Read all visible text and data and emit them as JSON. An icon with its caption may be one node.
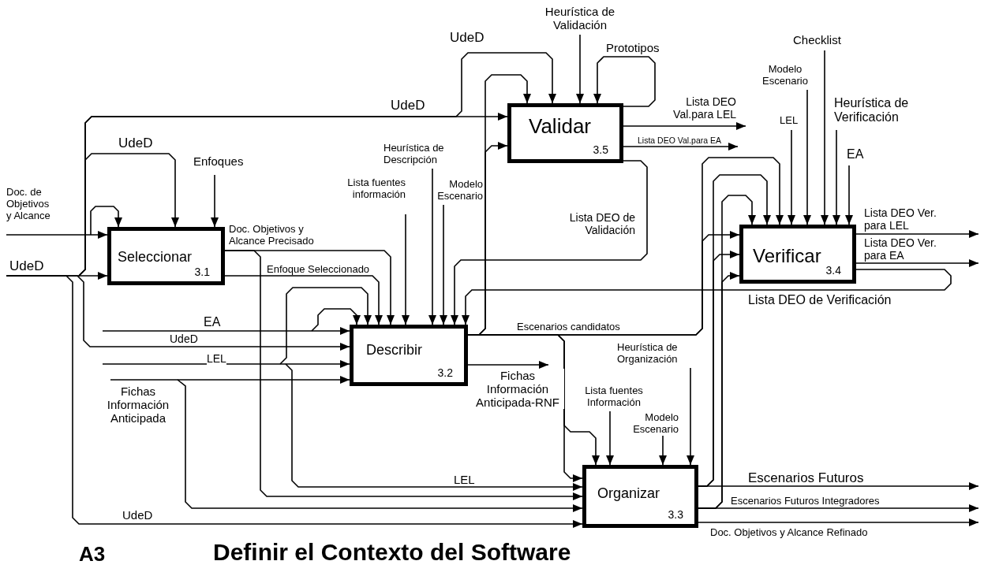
{
  "diagram": {
    "title": "Definir el Contexto del Software",
    "nodes": [
      {
        "text": [
          "Validar",
          "3.5"
        ]
      },
      {
        "text": [
          "Seleccionar",
          "3.1"
        ]
      },
      {
        "text": [
          "Verificar",
          "3.4"
        ]
      },
      {
        "text": [
          "Describir",
          "3.2"
        ]
      },
      {
        "text": [
          "Organizar",
          "3.3"
        ]
      }
    ],
    "edges": [
      {
        "from": null,
        "to": 1,
        "arrow": "to",
        "label": "Doc. de Objetivos y Alcance"
      },
      {
        "from": null,
        "to": 1,
        "arrow": "to"
      },
      {
        "from": null,
        "to": 1,
        "arrow": "to",
        "label": "UdeD"
      },
      {
        "from": null,
        "to": 1,
        "arrow": "to",
        "label": "UdeD"
      },
      {
        "from": null,
        "to": 0,
        "arrow": "to",
        "label": "UdeD"
      },
      {
        "from": null,
        "to": 0,
        "arrow": "to",
        "label": "UdeD"
      },
      {
        "from": null,
        "to": 3,
        "arrow": "to",
        "label": "UdeD"
      },
      {
        "from": null,
        "to": 4,
        "arrow": "to",
        "label": "UdeD"
      },
      {
        "from": null,
        "to": 1,
        "arrow": "to",
        "label": "Enfoques"
      },
      {
        "from": null,
        "to": 0,
        "arrow": "to",
        "label": "Heurística de Validación"
      },
      {
        "from": 0,
        "to": 0,
        "arrow": "to",
        "label": "Prototipos"
      },
      {
        "from": 0,
        "to": null,
        "arrow": "to",
        "label": "Lista DEO Val.para LEL"
      },
      {
        "from": 0,
        "to": null,
        "arrow": "to",
        "label": "Lista DEO Val.para EA"
      },
      {
        "from": 0,
        "to": 3,
        "arrow": "to",
        "label": "Lista DEO de Validación"
      },
      {
        "from": null,
        "to": 3,
        "arrow": "to",
        "label": "Heurística de Descripción"
      },
      {
        "from": null,
        "to": 3,
        "arrow": "to",
        "label": "Lista fuentes información"
      },
      {
        "from": null,
        "to": 3,
        "arrow": "to",
        "label": "Modelo Escenario"
      },
      {
        "from": 1,
        "to": 3,
        "arrow": "to",
        "label": "Doc. Objetivos y Alcance Precisado"
      },
      {
        "from": 1,
        "to": 4,
        "arrow": "to"
      },
      {
        "from": 1,
        "to": 3,
        "arrow": "to",
        "label": "Enfoque Seleccionado"
      },
      {
        "from": null,
        "to": 3,
        "arrow": "to",
        "label": "EA"
      },
      {
        "from": null,
        "to": 3,
        "arrow": "to"
      },
      {
        "from": null,
        "to": 3,
        "arrow": "to",
        "label": "LEL"
      },
      {
        "from": null,
        "to": 3,
        "arrow": "to"
      },
      {
        "from": null,
        "to": 4,
        "arrow": "to",
        "label": "LEL"
      },
      {
        "from": null,
        "to": 3,
        "arrow": "to",
        "label": "Fichas Información Anticipada"
      },
      {
        "from": null,
        "to": 4,
        "arrow": "to"
      },
      {
        "from": 2,
        "to": 3,
        "arrow": "to",
        "label": "Lista DEO de Verificación"
      },
      {
        "from": 3,
        "to": 2,
        "arrow": "to",
        "label": "Escenarios candidatos"
      },
      {
        "from": 3,
        "to": 2,
        "arrow": "to"
      },
      {
        "from": 3,
        "to": 0,
        "arrow": "to"
      },
      {
        "from": 3,
        "to": 0,
        "arrow": "to"
      },
      {
        "from": 3,
        "to": 4,
        "arrow": "to"
      },
      {
        "from": 3,
        "to": 4,
        "arrow": "to"
      },
      {
        "from": 3,
        "to": null,
        "arrow": "to",
        "label": "Fichas Información Anticipada-RNF"
      },
      {
        "from": null,
        "to": 4,
        "arrow": "to",
        "label": "Lista fuentes Información"
      },
      {
        "from": null,
        "to": 4,
        "arrow": "to",
        "label": "Modelo Escenario"
      },
      {
        "from": null,
        "to": 4,
        "arrow": "to",
        "label": "Heurística de Organización"
      },
      {
        "from": 4,
        "to": null,
        "arrow": "to",
        "label": "Escenarios Futuros"
      },
      {
        "from": 4,
        "to": null,
        "arrow": "to",
        "label": "Escenarios Futuros Integradores"
      },
      {
        "from": 4,
        "to": null,
        "arrow": "to",
        "label": "Doc. Objetivos y Alcance Refinado"
      },
      {
        "from": 4,
        "to": 2,
        "arrow": "to"
      },
      {
        "from": 4,
        "to": 2,
        "arrow": "to"
      },
      {
        "from": 4,
        "to": 2,
        "arrow": "to"
      },
      {
        "from": 4,
        "to": 2,
        "arrow": "to"
      },
      {
        "from": null,
        "to": 2,
        "arrow": "to",
        "label": "LEL"
      },
      {
        "from": null,
        "to": 2,
        "arrow": "to",
        "label": "Modelo Escenario"
      },
      {
        "from": null,
        "to": 2,
        "arrow": "to",
        "label": "Checklist"
      },
      {
        "from": null,
        "to": 2,
        "arrow": "to",
        "label": "Heurística de Verificación"
      },
      {
        "from": null,
        "to": 2,
        "arrow": "to",
        "label": "EA"
      },
      {
        "from": 2,
        "to": null,
        "arrow": "to",
        "label": "Lista DEO Ver. para LEL"
      },
      {
        "from": 2,
        "to": null,
        "arrow": "to",
        "label": "Lista DEO Ver. para EA"
      }
    ],
    "labels": [
      "A3"
    ]
  }
}
